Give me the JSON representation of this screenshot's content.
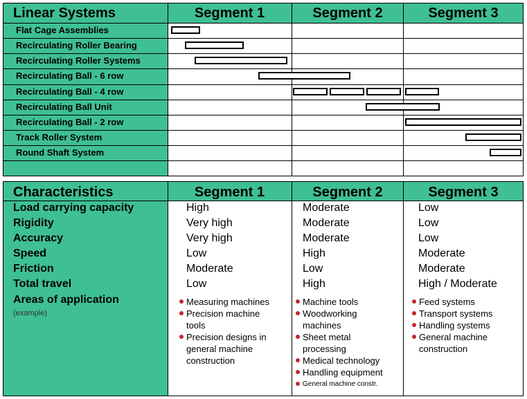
{
  "table1": {
    "title": "Linear Systems",
    "segments": [
      "Segment 1",
      "Segment 2",
      "Segment 3"
    ],
    "rows": [
      "Flat Cage Assemblies",
      "Recirculating Roller Bearing",
      "Recirculating Roller Systems",
      "Recirculating Ball - 6 row",
      "Recirculating Ball - 4 row",
      "Recirculating Ball Unit",
      "Recirculating Ball - 2 row",
      "Track Roller System",
      "Round Shaft System"
    ]
  },
  "table2": {
    "title": "Characteristics",
    "segments": [
      "Segment 1",
      "Segment 2",
      "Segment 3"
    ],
    "rows": [
      {
        "label": "Load carrying capacity",
        "values": [
          "High",
          "Moderate",
          "Low"
        ]
      },
      {
        "label": "Rigidity",
        "values": [
          "Very high",
          "Moderate",
          "Low"
        ]
      },
      {
        "label": "Accuracy",
        "values": [
          "Very high",
          "Moderate",
          "Low"
        ]
      },
      {
        "label": "Speed",
        "values": [
          "Low",
          "High",
          "Moderate"
        ]
      },
      {
        "label": "Friction",
        "values": [
          "Moderate",
          "Low",
          "Moderate"
        ]
      },
      {
        "label": "Total travel",
        "values": [
          "Low",
          "High",
          "High / Moderate"
        ]
      }
    ],
    "areas_label": "Areas of application",
    "areas_sublabel": "(example)",
    "areas": [
      [
        "Measuring machines",
        "Precision machine tools",
        "Precision designs in general machine construction"
      ],
      [
        "Machine tools",
        "Woodworking machines",
        "Sheet metal processing",
        "Medical technology",
        "Handling equipment",
        "General machine constr."
      ],
      [
        "Feed systems",
        "Transport systems",
        "Handling systems",
        "General machine construction"
      ]
    ]
  },
  "colors": {
    "header_green": "#3fbf95",
    "bullet_red": "#c0272d"
  }
}
